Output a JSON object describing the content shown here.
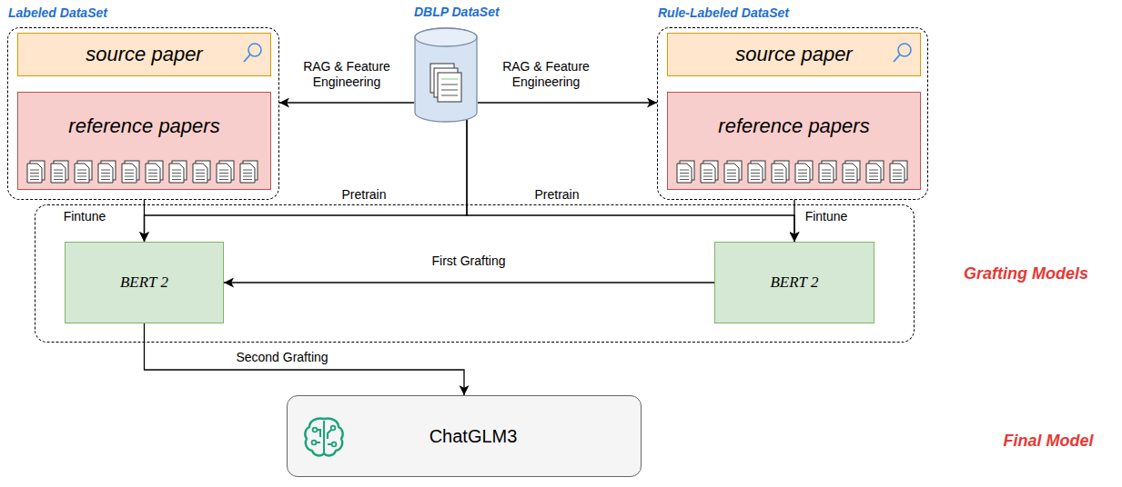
{
  "diagram": {
    "nodes": [
      {
        "text": [
          "Labeled DataSet"
        ]
      },
      {
        "text": [
          "source paper"
        ],
        "in": 0
      },
      {
        "text": [
          "reference papers"
        ],
        "in": 0
      },
      {
        "text": [
          "DBLP DataSet"
        ]
      },
      {
        "text": [
          "Rule-Labeled DataSet"
        ]
      },
      {
        "text": [
          "source paper"
        ],
        "in": 4
      },
      {
        "text": [
          "reference papers"
        ],
        "in": 4
      },
      {
        "text": [
          "Grafting Models"
        ]
      },
      {
        "text": [
          "BERT 2"
        ],
        "in": 7
      },
      {
        "text": [
          "BERT 2"
        ],
        "in": 7
      },
      {
        "text": [
          "ChatGLM3"
        ]
      }
    ],
    "edges": [
      {
        "from": 3,
        "to": 0,
        "label": "RAG & Feature Engineering",
        "arrow": "to"
      },
      {
        "from": 3,
        "to": 4,
        "label": "RAG & Feature Engineering",
        "arrow": "to"
      },
      {
        "from": 3,
        "to": 8,
        "label": "Pretrain",
        "arrow": "to"
      },
      {
        "from": 3,
        "to": 9,
        "label": "Pretrain",
        "arrow": "to"
      },
      {
        "from": 0,
        "to": 8,
        "label": "Fintune",
        "arrow": "to"
      },
      {
        "from": 4,
        "to": 9,
        "label": "Fintune",
        "arrow": "to"
      },
      {
        "from": 9,
        "to": 8,
        "label": "First Grafting",
        "arrow": "to"
      },
      {
        "from": 8,
        "to": 10,
        "label": "Second Grafting",
        "arrow": "to"
      }
    ],
    "labels": [
      "Final Model"
    ]
  }
}
